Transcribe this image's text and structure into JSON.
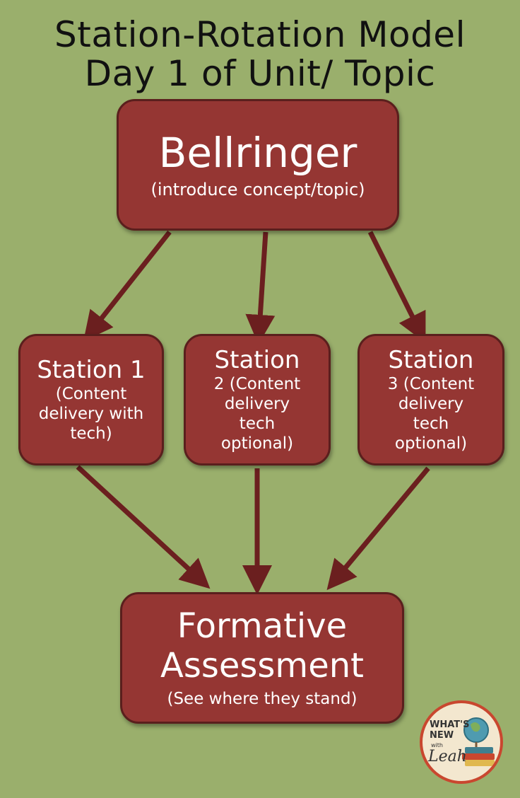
{
  "title": {
    "line1": "Station-Rotation Model",
    "line2": "Day 1 of Unit/ Topic"
  },
  "bellringer": {
    "title": "Bellringer",
    "subtitle": "(introduce concept/topic)"
  },
  "stations": [
    {
      "head": "Station 1",
      "body_lines": [
        "(Content",
        "delivery with",
        "tech)"
      ]
    },
    {
      "head": "Station",
      "body_lines": [
        "2 (Content",
        "delivery",
        "tech",
        "optional)"
      ]
    },
    {
      "head": "Station",
      "body_lines": [
        "3 (Content",
        "delivery",
        "tech",
        "optional)"
      ]
    }
  ],
  "formative": {
    "title_line1": "Formative",
    "title_line2": "Assessment",
    "subtitle": "(See where they stand)"
  },
  "logo": {
    "line1": "WHAT'S",
    "line2": "NEW",
    "line3": "with",
    "line4": "Leah"
  },
  "colors": {
    "background": "#9aaf6c",
    "box": "#953633",
    "arrow": "#6b1f1f"
  }
}
